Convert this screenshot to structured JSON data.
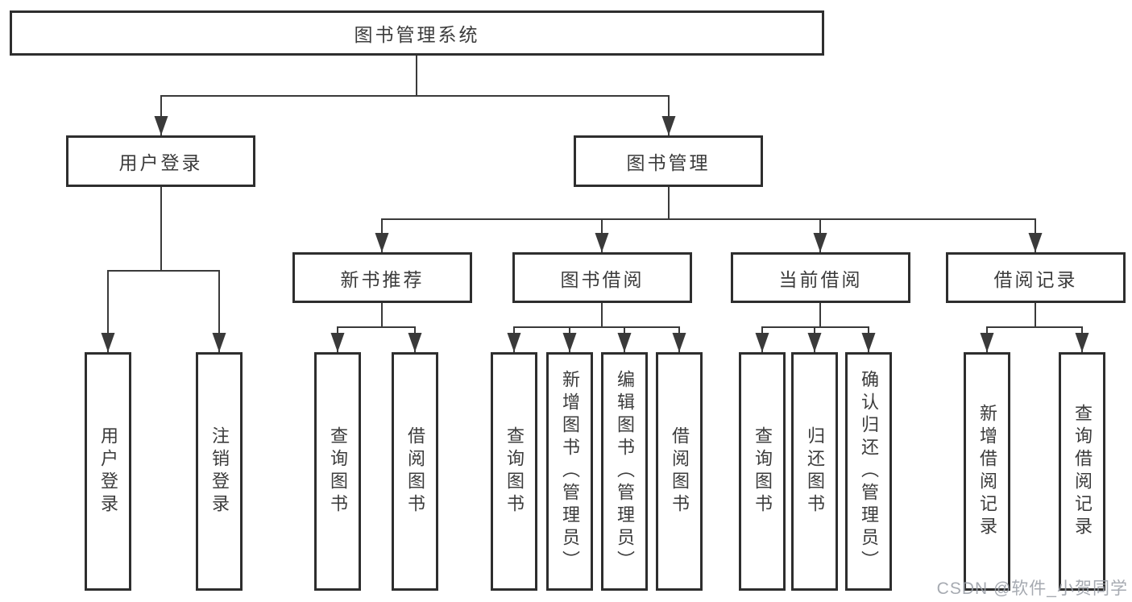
{
  "watermark": "CSDN @软件_小贺同学",
  "diagram": {
    "root": {
      "label": "图书管理系统"
    },
    "login": {
      "label": "用户登录",
      "children": [
        {
          "label": "用户登录"
        },
        {
          "label": "注销登录"
        }
      ]
    },
    "manage": {
      "label": "图书管理",
      "groups": [
        {
          "label": "新书推荐",
          "children": [
            {
              "label": "查询图书"
            },
            {
              "label": "借阅图书"
            }
          ]
        },
        {
          "label": "图书借阅",
          "children": [
            {
              "label": "查询图书"
            },
            {
              "label": "新增图书（管理员）"
            },
            {
              "label": "编辑图书（管理员）"
            },
            {
              "label": "借阅图书"
            }
          ]
        },
        {
          "label": "当前借阅",
          "children": [
            {
              "label": "查询图书"
            },
            {
              "label": "归还图书"
            },
            {
              "label": "确认归还（管理员）"
            }
          ]
        },
        {
          "label": "借阅记录",
          "children": [
            {
              "label": "新增借阅记录"
            },
            {
              "label": "查询借阅记录"
            }
          ]
        }
      ]
    }
  }
}
